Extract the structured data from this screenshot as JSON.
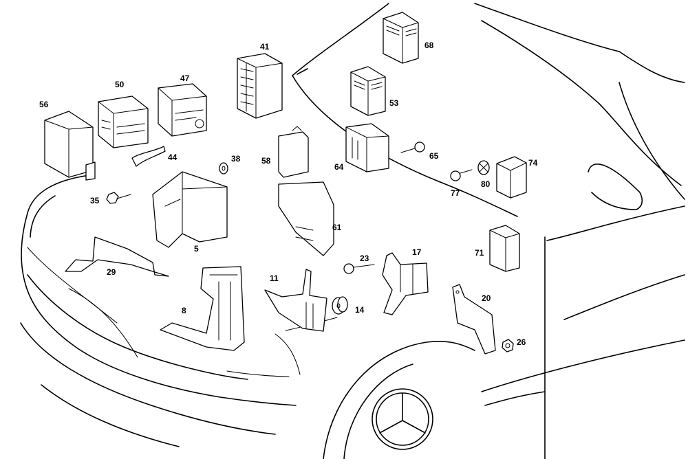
{
  "diagram": {
    "type": "exploded-parts-diagram",
    "subject": "Vehicle front engine-compartment electrical components (relays, control modules, brackets, fasteners)",
    "callouts": {
      "p5": "5",
      "p8": "8",
      "p11": "11",
      "p14": "14",
      "p17": "17",
      "p20": "20",
      "p23": "23",
      "p26": "26",
      "p29": "29",
      "p35": "35",
      "p38": "38",
      "p41": "41",
      "p44": "44",
      "p47": "47",
      "p50": "50",
      "p53": "53",
      "p56": "56",
      "p58": "58",
      "p61": "61",
      "p64": "64",
      "p65": "65",
      "p68": "68",
      "p71": "71",
      "p74": "74",
      "p77": "77",
      "p80": "80"
    },
    "parts": [
      {
        "id": "5",
        "kind": "bracket-holder"
      },
      {
        "id": "8",
        "kind": "mounting-bracket"
      },
      {
        "id": "11",
        "kind": "bracket"
      },
      {
        "id": "14",
        "kind": "grommet"
      },
      {
        "id": "17",
        "kind": "bracket"
      },
      {
        "id": "20",
        "kind": "bracket"
      },
      {
        "id": "23",
        "kind": "screw"
      },
      {
        "id": "26",
        "kind": "nut"
      },
      {
        "id": "29",
        "kind": "bracket"
      },
      {
        "id": "35",
        "kind": "screw"
      },
      {
        "id": "38",
        "kind": "washer"
      },
      {
        "id": "41",
        "kind": "control-module"
      },
      {
        "id": "44",
        "kind": "clip"
      },
      {
        "id": "47",
        "kind": "connector-module"
      },
      {
        "id": "50",
        "kind": "connector-module"
      },
      {
        "id": "53",
        "kind": "relay"
      },
      {
        "id": "56",
        "kind": "control-unit"
      },
      {
        "id": "58",
        "kind": "relay-module"
      },
      {
        "id": "61",
        "kind": "holder"
      },
      {
        "id": "64",
        "kind": "relay-socket"
      },
      {
        "id": "65",
        "kind": "screw"
      },
      {
        "id": "68",
        "kind": "relay"
      },
      {
        "id": "71",
        "kind": "relay"
      },
      {
        "id": "74",
        "kind": "relay"
      },
      {
        "id": "77",
        "kind": "screw"
      },
      {
        "id": "80",
        "kind": "washer"
      }
    ]
  }
}
